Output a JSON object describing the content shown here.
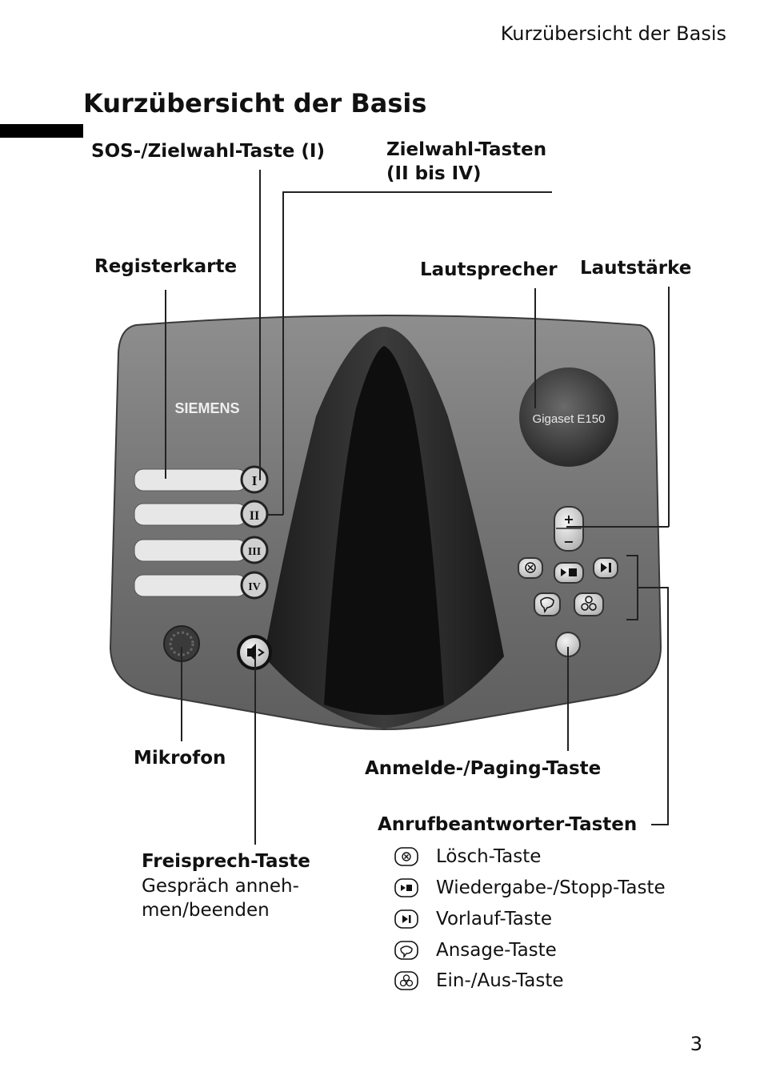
{
  "header": {
    "running_title": "Kurzübersicht der Basis"
  },
  "title": "Kurzübersicht der Basis",
  "device": {
    "brand": "SIEMENS",
    "model": "Gigaset E150"
  },
  "keys": {
    "k1": "I",
    "k2": "II",
    "k3": "III",
    "k4": "IV",
    "plus": "+",
    "minus": "−"
  },
  "labels": {
    "sos": "SOS-/Zielwahl-Taste (I)",
    "zielwahl_line1": "Zielwahl-Tasten",
    "zielwahl_line2": "(II bis IV)",
    "registerkarte": "Registerkarte",
    "lautsprecher": "Lautsprecher",
    "lautstaerke": "Lautstärke",
    "mikrofon": "Mikrofon",
    "anmelde": "Anmelde-/Paging-Taste",
    "freisprech_title": "Freisprech-Taste",
    "freisprech_desc1": "Gespräch anneh-",
    "freisprech_desc2": "men/beenden"
  },
  "answering_machine": {
    "title": "Anrufbeantworter-Tasten",
    "items": [
      {
        "icon": "delete-key-icon",
        "label": "Lösch-Taste"
      },
      {
        "icon": "play-stop-key-icon",
        "label": "Wiedergabe-/Stopp-Taste"
      },
      {
        "icon": "skip-forward-key-icon",
        "label": "Vorlauf-Taste"
      },
      {
        "icon": "announcement-key-icon",
        "label": "Ansage-Taste"
      },
      {
        "icon": "on-off-key-icon",
        "label": "Ein-/Aus-Taste"
      }
    ]
  },
  "page_number": "3"
}
